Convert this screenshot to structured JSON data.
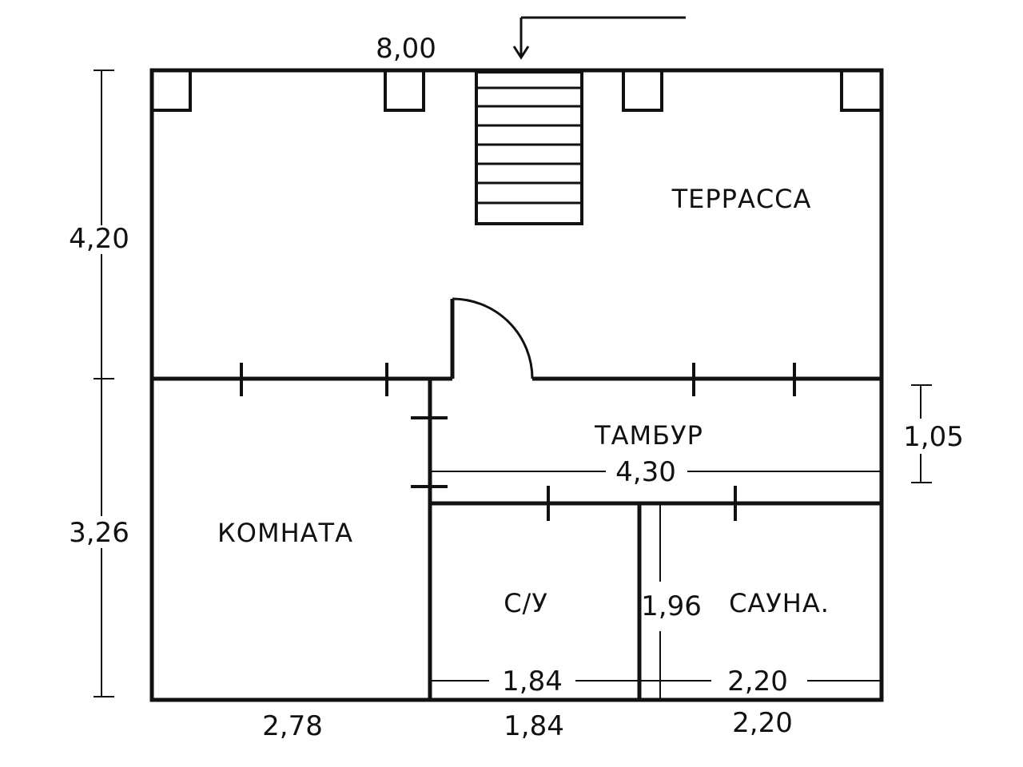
{
  "dimensions": {
    "overall_width": "8,00",
    "terrace_depth": "4,20",
    "lower_depth": "3,26",
    "vestibule_depth": "1,05",
    "vestibule_width": "4,30",
    "partition_height": "1,96",
    "bath_inner_width": "1,84",
    "sauna_inner_width": "2,20",
    "room_width": "2,78",
    "bath_width": "1,84",
    "sauna_width": "2,20"
  },
  "rooms": {
    "terrace": "ТЕРРАССА",
    "vestibule": "ТАМБУР",
    "room": "КОМНАТА",
    "bathroom": "С/У",
    "sauna": "САУНА."
  },
  "colors": {
    "line": "#111111",
    "background": "#ffffff"
  }
}
